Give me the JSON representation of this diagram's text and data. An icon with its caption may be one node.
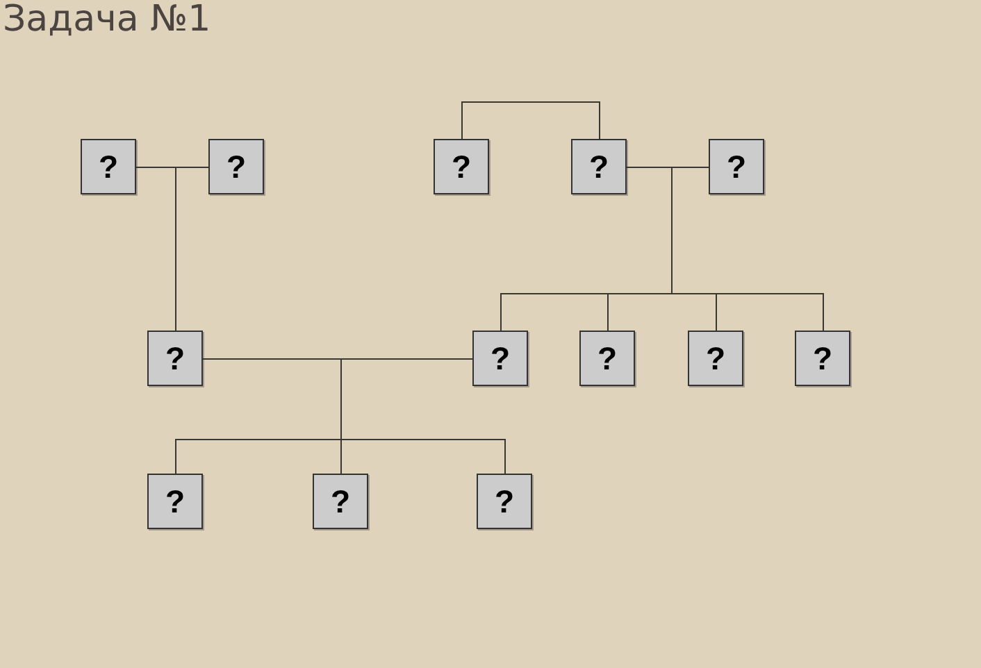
{
  "diagram": {
    "title": "Задача №1",
    "nodes": [
      {
        "text": [
          "?"
        ]
      },
      {
        "text": [
          "?"
        ]
      },
      {
        "text": [
          "?"
        ]
      },
      {
        "text": [
          "?"
        ]
      },
      {
        "text": [
          "?"
        ]
      },
      {
        "text": [
          "?"
        ]
      },
      {
        "text": [
          "?"
        ]
      },
      {
        "text": [
          "?"
        ]
      },
      {
        "text": [
          "?"
        ]
      },
      {
        "text": [
          "?"
        ]
      },
      {
        "text": [
          "?"
        ]
      },
      {
        "text": [
          "?"
        ]
      },
      {
        "text": [
          "?"
        ]
      }
    ],
    "edges": [
      {
        "from": 0,
        "to": 1,
        "arrow": "none"
      },
      {
        "from": 0,
        "to": 5,
        "arrow": "none"
      },
      {
        "from": 1,
        "to": 5,
        "arrow": "none"
      },
      {
        "from": 2,
        "to": 3,
        "arrow": "none"
      },
      {
        "from": 3,
        "to": 4,
        "arrow": "none"
      },
      {
        "from": 3,
        "to": 6,
        "arrow": "none"
      },
      {
        "from": 3,
        "to": 7,
        "arrow": "none"
      },
      {
        "from": 3,
        "to": 8,
        "arrow": "none"
      },
      {
        "from": 3,
        "to": 9,
        "arrow": "none"
      },
      {
        "from": 4,
        "to": 6,
        "arrow": "none"
      },
      {
        "from": 4,
        "to": 7,
        "arrow": "none"
      },
      {
        "from": 4,
        "to": 8,
        "arrow": "none"
      },
      {
        "from": 4,
        "to": 9,
        "arrow": "none"
      },
      {
        "from": 5,
        "to": 6,
        "arrow": "none"
      },
      {
        "from": 5,
        "to": 10,
        "arrow": "none"
      },
      {
        "from": 5,
        "to": 11,
        "arrow": "none"
      },
      {
        "from": 5,
        "to": 12,
        "arrow": "none"
      },
      {
        "from": 6,
        "to": 10,
        "arrow": "none"
      },
      {
        "from": 6,
        "to": 11,
        "arrow": "none"
      },
      {
        "from": 6,
        "to": 12,
        "arrow": "none"
      }
    ]
  }
}
